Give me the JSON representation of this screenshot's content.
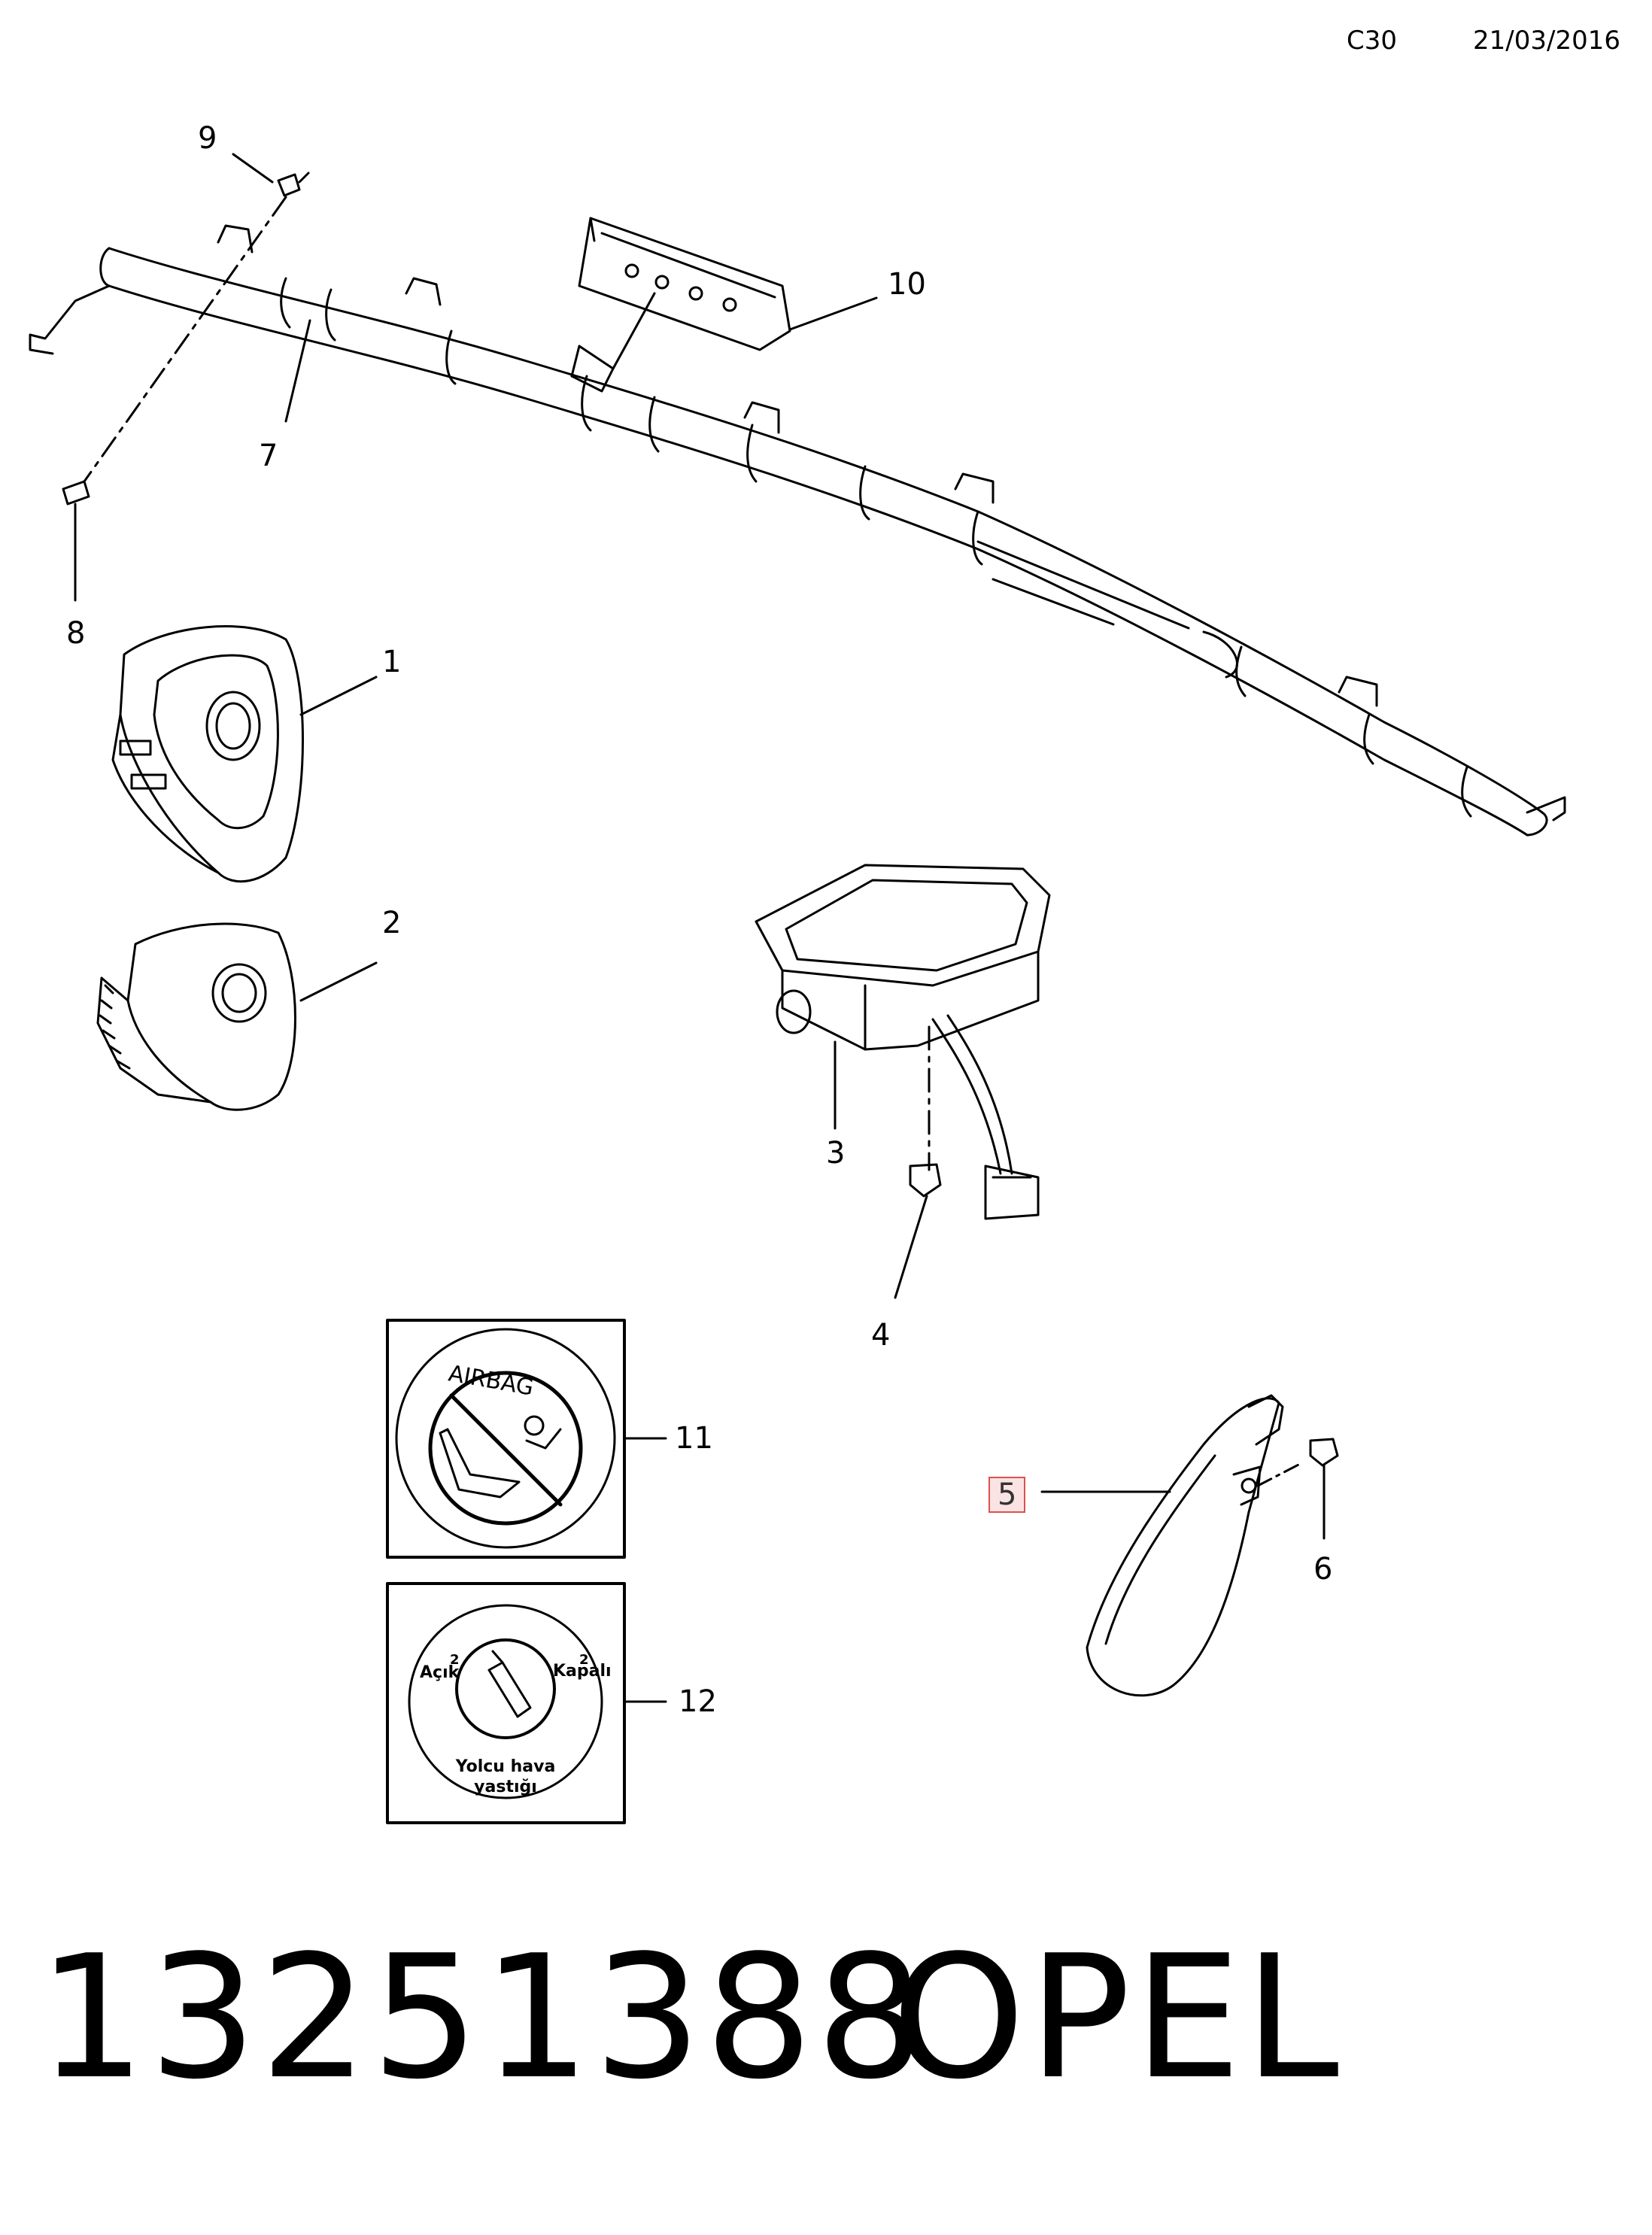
{
  "header": {
    "code": "C30",
    "date": "21/03/2016"
  },
  "callouts": [
    {
      "id": "1",
      "value": "1"
    },
    {
      "id": "2",
      "value": "2"
    },
    {
      "id": "3",
      "value": "3"
    },
    {
      "id": "4",
      "value": "4"
    },
    {
      "id": "5",
      "value": "5",
      "highlighted": true
    },
    {
      "id": "6",
      "value": "6"
    },
    {
      "id": "7",
      "value": "7"
    },
    {
      "id": "8",
      "value": "8"
    },
    {
      "id": "9",
      "value": "9"
    },
    {
      "id": "10",
      "value": "10"
    },
    {
      "id": "11",
      "value": "11"
    },
    {
      "id": "12",
      "value": "12"
    }
  ],
  "label_11": {
    "ring_text": "AIRBAG"
  },
  "label_12": {
    "open": "Açık",
    "closed": "Kapalı",
    "caption_line1": "Yolcu hava",
    "caption_line2": "yastığı",
    "seat_no": "2"
  },
  "footer": {
    "part_number": "13251388",
    "brand": "OPEL"
  },
  "colors": {
    "highlight_border": "#d9534f",
    "highlight_fill": "#fbe3e3"
  }
}
